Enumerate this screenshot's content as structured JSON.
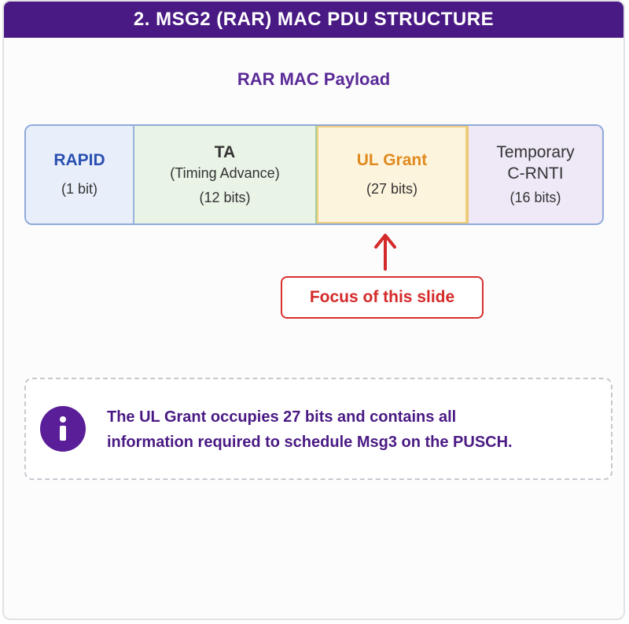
{
  "header": {
    "title": "2. MSG2 (RAR) MAC PDU STRUCTURE"
  },
  "payload_title": "RAR MAC Payload",
  "fields": [
    {
      "name": "RAPID",
      "size": "(1 bit)"
    },
    {
      "name": "TA",
      "subtitle": "(Timing Advance)",
      "size": "(12 bits)"
    },
    {
      "name": "UL Grant",
      "size": "(27 bits)"
    },
    {
      "name_line1": "Temporary",
      "name_line2": "C-RNTI",
      "size": "(16 bits)"
    }
  ],
  "callout": {
    "label": "Focus of this slide",
    "arrow_icon": "arrow-up-icon"
  },
  "info": {
    "icon": "info-icon",
    "line1": "The UL Grant occupies 27 bits and contains all",
    "line2": "information required to schedule Msg3 on the PUSCH."
  },
  "colors": {
    "header_bg": "#4a1a84",
    "accent_purple": "#5a2a96",
    "rapid_text": "#2b4fb0",
    "ul_grant_text": "#e08a1e",
    "focus_red": "#d42a2a"
  }
}
